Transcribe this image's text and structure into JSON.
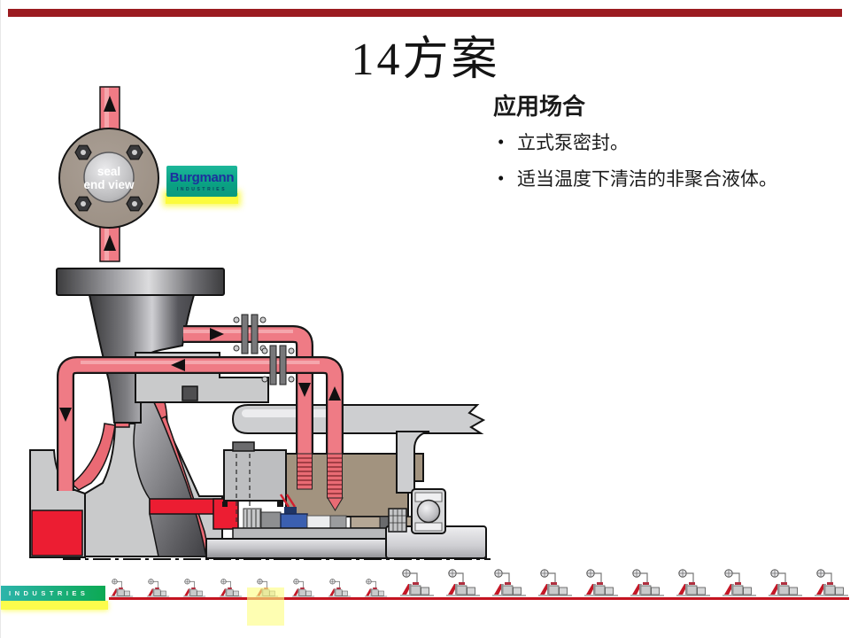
{
  "slide": {
    "title": "14方案"
  },
  "application": {
    "heading": "应用场合",
    "bullets": [
      "立式泵密封。",
      "适当温度下清洁的非聚合液体。"
    ]
  },
  "seal_end_view": {
    "label_line1": "seal",
    "label_line2": "end view"
  },
  "logo": {
    "brand": "Burgmann",
    "subtitle": "INDUSTRIES"
  },
  "footer": {
    "brand_bar": "INDUSTRIES",
    "thumbnails": {
      "count": 18,
      "small_count": 8
    }
  },
  "colors": {
    "top_rule": "#9B1B20",
    "pipe_red": "#EF7B85",
    "fluid_red": "#EC1D32",
    "casing_gray": "#C9CACB",
    "gland_tan": "#A2937F",
    "seal_blue": "#3B5FB0",
    "brand_green": "#0AA183",
    "highlight_yellow": "#FBFB3D",
    "strip_line_red": "#C41420"
  }
}
